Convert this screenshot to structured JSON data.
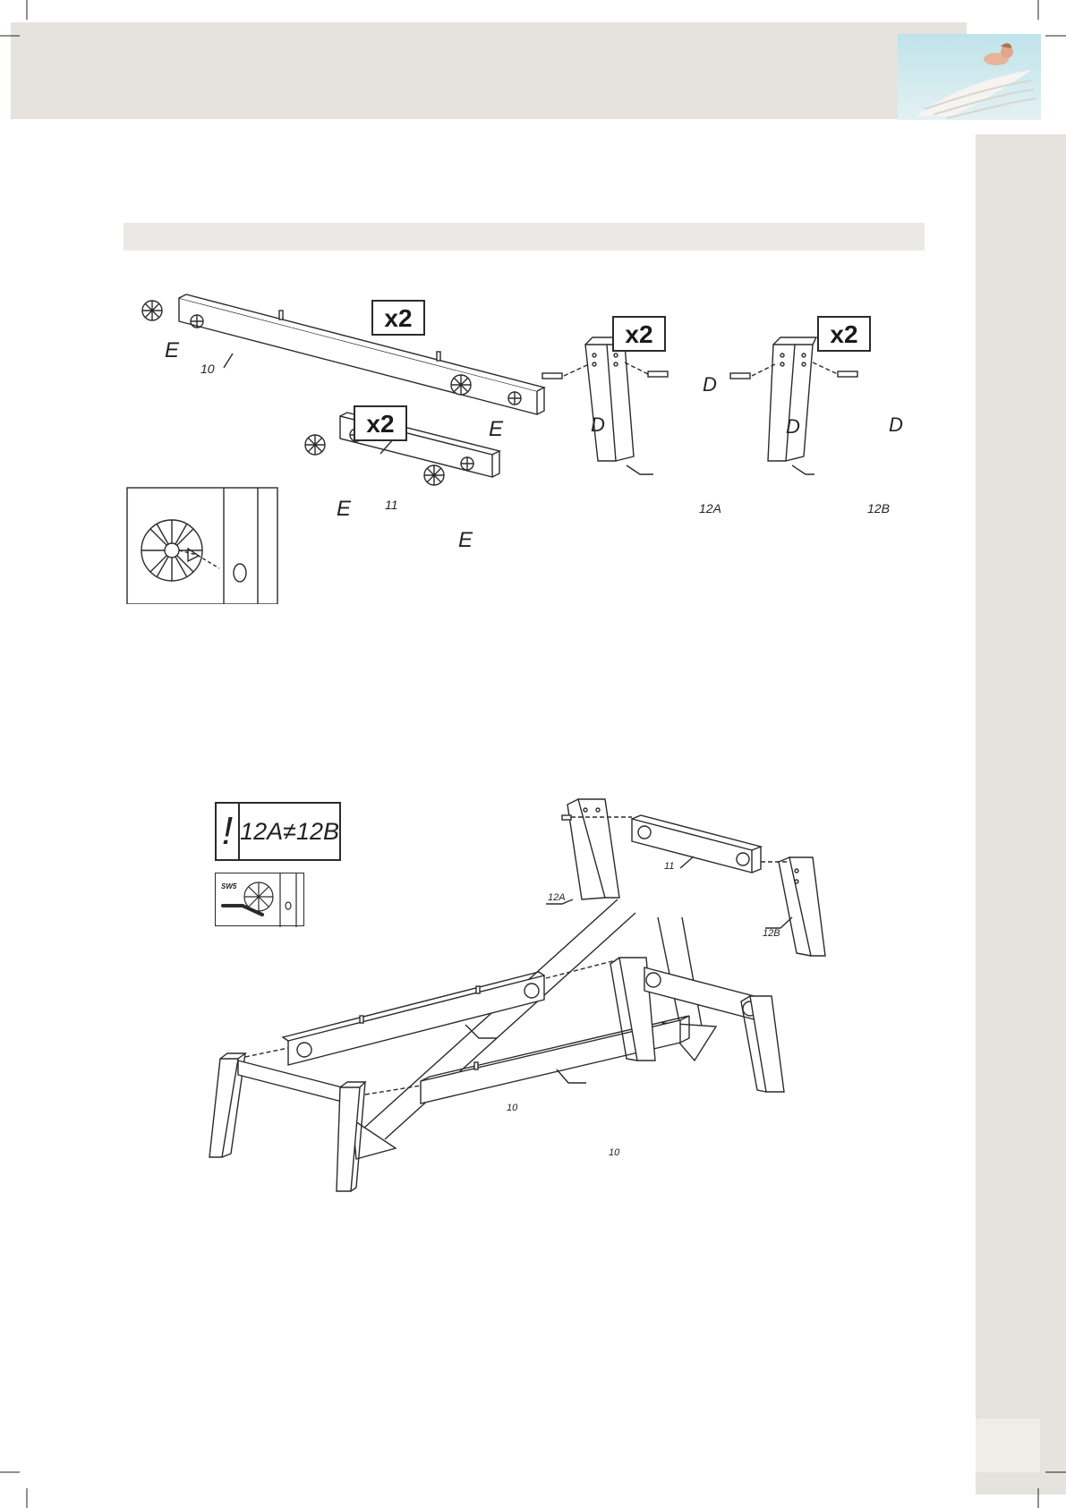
{
  "quantity_badge": "x2",
  "hardware": {
    "dowel": "D",
    "cam_lock": "E"
  },
  "parts": {
    "long_rail": "10",
    "short_rail": "11",
    "leg_a": "12A",
    "leg_b": "12B"
  },
  "warning": {
    "symbol": "!",
    "text": "12A≠12B"
  },
  "tool_note": "SW5",
  "colors": {
    "band": "#e6e2de",
    "section_bar": "#ebe9e6",
    "line": "#2b2b2b"
  },
  "icons": [
    "corner-crop-mark",
    "exclamation-icon",
    "hex-key-icon",
    "cam-lock-icon",
    "dowel-icon",
    "assembly-arrow-icon"
  ]
}
